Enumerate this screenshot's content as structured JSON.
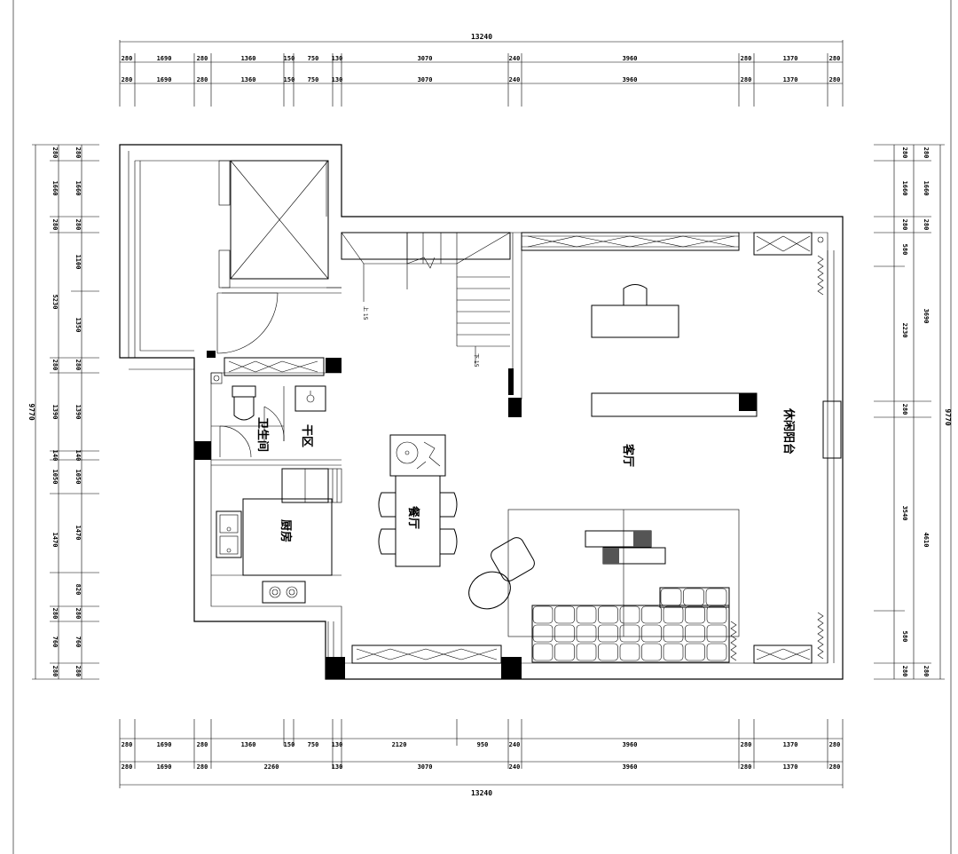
{
  "dimensions": {
    "top_total": "13240",
    "top_row1": [
      "280",
      "1690",
      "280",
      "1360",
      "150",
      "750",
      "130",
      "3070",
      "240",
      "3960",
      "280",
      "1370",
      "280"
    ],
    "top_row2": [
      "280",
      "1690",
      "280",
      "1360",
      "150",
      "750",
      "130",
      "3070",
      "240",
      "3960",
      "280",
      "1370",
      "280"
    ],
    "bottom_row1": [
      "280",
      "1690",
      "280",
      "1360",
      "150",
      "750",
      "130",
      "2120",
      "950",
      "240",
      "3960",
      "280",
      "1370",
      "280"
    ],
    "bottom_row2": [
      "280",
      "1690",
      "280",
      "2260",
      "130",
      "3070",
      "240",
      "3960",
      "280",
      "1370",
      "280"
    ],
    "bottom_total": "13240",
    "left_inner": [
      "280",
      "1660",
      "280",
      "1100",
      "1350",
      "280",
      "1390",
      "140",
      "1050",
      "1470",
      "820",
      "280",
      "760",
      "280"
    ],
    "left_outer": [
      "280",
      "1660",
      "280",
      "5230",
      "280",
      "1390",
      "140",
      "1050",
      "1470",
      "280",
      "760",
      "280"
    ],
    "left_total": "9770",
    "right_inner": [
      "280",
      "1660",
      "280",
      "580",
      "2230",
      "280",
      "3540",
      "580",
      "280"
    ],
    "right_outer": [
      "280",
      "1660",
      "280",
      "3690",
      "4610",
      "280"
    ],
    "right_total": "9770"
  },
  "rooms": {
    "dry_area": "干区",
    "bathroom": "卫生间",
    "kitchen": "厨房",
    "dining": "餐厅",
    "living": "客厅",
    "balcony": "休闲阳台"
  },
  "stair_notes": {
    "up": "上 15",
    "down": "下 15"
  }
}
